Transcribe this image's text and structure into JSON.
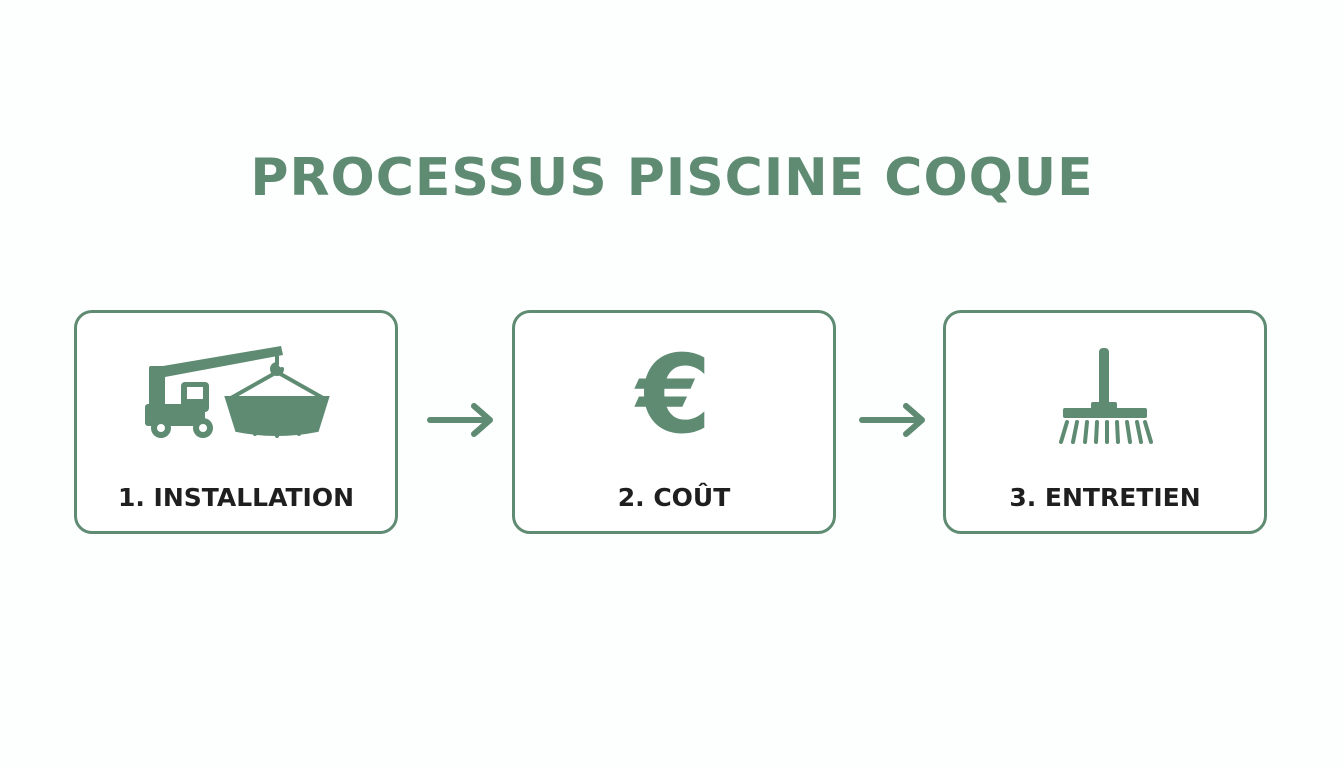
{
  "title": "PROCESSUS PISCINE COQUE",
  "colors": {
    "accent": "#5e8b72",
    "text": "#1f1f1f"
  },
  "steps": [
    {
      "label": "1. INSTALLATION",
      "icon": "crane-truck-icon"
    },
    {
      "label": "2. COÛT",
      "icon": "euro-icon",
      "glyph": "€"
    },
    {
      "label": "3. ENTRETIEN",
      "icon": "broom-icon"
    }
  ]
}
